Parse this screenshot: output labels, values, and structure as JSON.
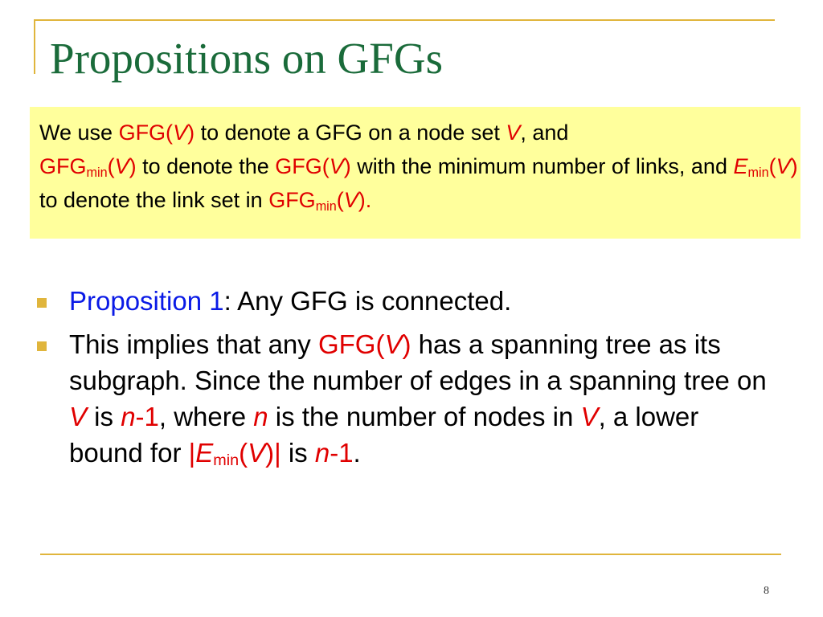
{
  "slide": {
    "title": "Propositions on GFGs",
    "page_number": "8"
  },
  "definition_box": {
    "t01": "We use ",
    "t02": "GFG(",
    "t03": "V",
    "t04": ")",
    "t05": " to denote a GFG on a node set ",
    "t06": "V",
    "t07": ", and",
    "t08": "GFG",
    "t09": "min",
    "t10": "(",
    "t11": "V",
    "t12": ")",
    "t13": " to denote the ",
    "t14": "GFG(",
    "t15": "V",
    "t16": ")",
    "t17": " with the minimum number of links, and ",
    "t18": "E",
    "t19": "min",
    "t20": "(",
    "t21": "V",
    "t22": ")",
    "t23": " to denote the link set in ",
    "t24": "GFG",
    "t25": "min",
    "t26": "(",
    "t27": "V",
    "t28": ")."
  },
  "bullets": [
    {
      "p1": "Proposition 1",
      "p2": ": Any GFG is connected."
    },
    {
      "p1": "This implies that any ",
      "p2": "GFG(",
      "p3": "V",
      "p4": ")",
      "p5": " has a spanning tree as its subgraph. Since the number of edges in a spanning tree on ",
      "p6": "V",
      "p7": " is ",
      "p8": "n",
      "p9": "-1",
      "p10": ", where ",
      "p11": "n",
      "p12": " is the number of nodes in ",
      "p13": "V",
      "p14": ", a lower bound for ",
      "p15": "|",
      "p16": "E",
      "p17": "min",
      "p18": "(",
      "p19": "V",
      "p20": ")|",
      "p21": " is ",
      "p22": "n",
      "p23": "-1",
      "p24": "."
    }
  ],
  "colors": {
    "title": "#1a6b3a",
    "accent_line": "#e0b53c",
    "callout_background": "#ffff9c",
    "math_red": "#e00000",
    "proposition_blue": "#0a1ae6"
  }
}
